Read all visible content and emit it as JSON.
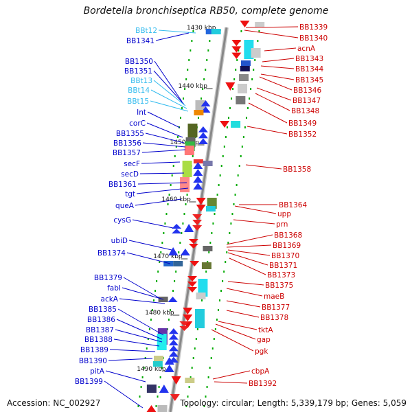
{
  "title": "Bordetella bronchiseptica RB50, complete genome",
  "accession": "Accession: NC_002927",
  "topology": "Topology: circular; Length: 5,339,179 bp; Genes: 5,059",
  "colors": {
    "label_minus": "#0000cc",
    "label_plus": "#cc0000",
    "label_rna": "#33bbee",
    "backbone": "#888888",
    "tick": "#00aa00"
  },
  "kbp_marks": [
    "1430 kbp",
    "1440 kbp",
    "1450 kbp",
    "1460 kbp",
    "1470 kbp",
    "1480 kbp",
    "1490 kbp"
  ],
  "left_labels": [
    {
      "text": "BBt12",
      "kind": "rna"
    },
    {
      "text": "BB1341",
      "kind": "minus"
    },
    {
      "text": "BB1350",
      "kind": "minus"
    },
    {
      "text": "BB1351",
      "kind": "minus"
    },
    {
      "text": "BBt13",
      "kind": "rna"
    },
    {
      "text": "BBt14",
      "kind": "rna"
    },
    {
      "text": "BBt15",
      "kind": "rna"
    },
    {
      "text": "Int",
      "kind": "minus"
    },
    {
      "text": "corC",
      "kind": "minus"
    },
    {
      "text": "BB1355",
      "kind": "minus"
    },
    {
      "text": "BB1356",
      "kind": "minus"
    },
    {
      "text": "BB1357",
      "kind": "minus"
    },
    {
      "text": "secF",
      "kind": "minus"
    },
    {
      "text": "secD",
      "kind": "minus"
    },
    {
      "text": "BB1361",
      "kind": "minus"
    },
    {
      "text": "tgt",
      "kind": "minus"
    },
    {
      "text": "queA",
      "kind": "minus"
    },
    {
      "text": "cysG",
      "kind": "minus"
    },
    {
      "text": "ubiD",
      "kind": "minus"
    },
    {
      "text": "BB1374",
      "kind": "minus"
    },
    {
      "text": "BB1379",
      "kind": "minus"
    },
    {
      "text": "fabI",
      "kind": "minus"
    },
    {
      "text": "ackA",
      "kind": "minus"
    },
    {
      "text": "BB1385",
      "kind": "minus"
    },
    {
      "text": "BB1386",
      "kind": "minus"
    },
    {
      "text": "BB1387",
      "kind": "minus"
    },
    {
      "text": "BB1388",
      "kind": "minus"
    },
    {
      "text": "BB1389",
      "kind": "minus"
    },
    {
      "text": "BB1390",
      "kind": "minus"
    },
    {
      "text": "pitA",
      "kind": "minus"
    },
    {
      "text": "BB1399",
      "kind": "minus"
    }
  ],
  "right_labels": [
    {
      "text": "BB1339"
    },
    {
      "text": "BB1340"
    },
    {
      "text": "acnA"
    },
    {
      "text": "BB1343"
    },
    {
      "text": "BB1344"
    },
    {
      "text": "BB1345"
    },
    {
      "text": "BB1346"
    },
    {
      "text": "BB1347"
    },
    {
      "text": "BB1348"
    },
    {
      "text": "BB1349"
    },
    {
      "text": "BB1352"
    },
    {
      "text": "BB1358"
    },
    {
      "text": "BB1364"
    },
    {
      "text": "upp"
    },
    {
      "text": "prn"
    },
    {
      "text": "BB1368"
    },
    {
      "text": "BB1369"
    },
    {
      "text": "BB1370"
    },
    {
      "text": "BB1371"
    },
    {
      "text": "BB1373"
    },
    {
      "text": "BB1375"
    },
    {
      "text": "maeB"
    },
    {
      "text": "BB1377"
    },
    {
      "text": "BB1378"
    },
    {
      "text": "tktA"
    },
    {
      "text": "gap"
    },
    {
      "text": "pgk"
    },
    {
      "text": "cbpA"
    },
    {
      "text": "BB1392"
    }
  ]
}
